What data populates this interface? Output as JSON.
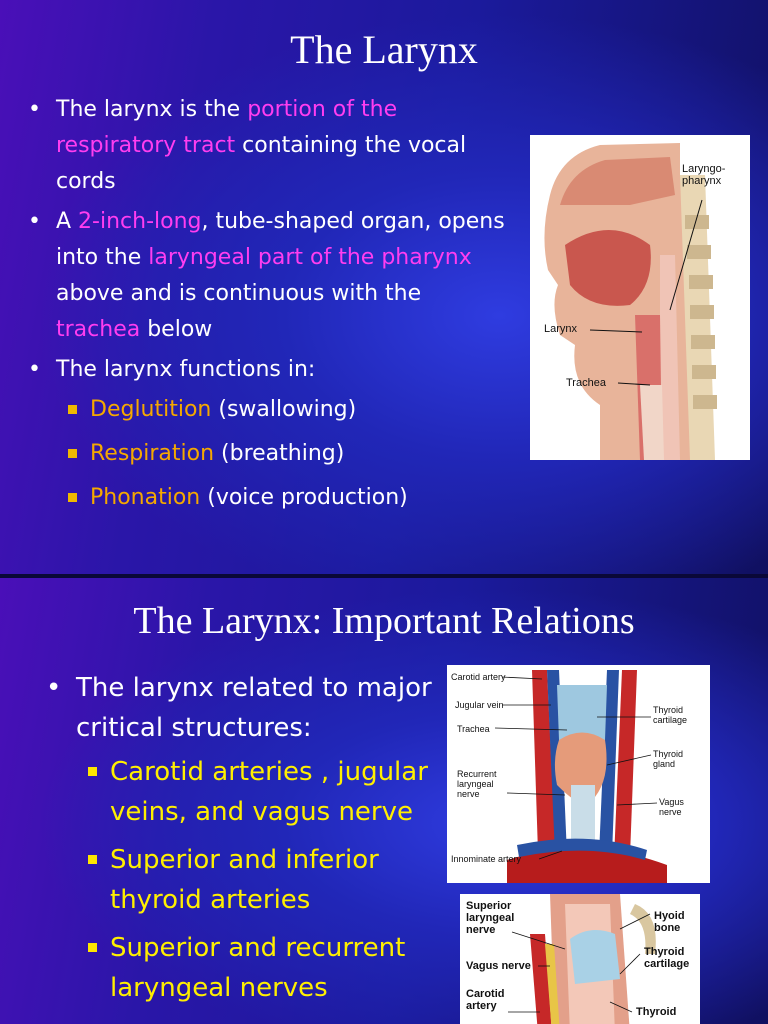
{
  "slide1": {
    "title": "The Larynx",
    "bullets": [
      {
        "bullet_char": "•",
        "segments": [
          {
            "text": "The larynx is the ",
            "style": "white"
          },
          {
            "text": "portion of the respiratory tract",
            "style": "pink"
          },
          {
            "text": " containing the vocal cords",
            "style": "white"
          }
        ]
      },
      {
        "bullet_char": "•",
        "segments": [
          {
            "text": "A ",
            "style": "white"
          },
          {
            "text": "2-inch-long",
            "style": "pink"
          },
          {
            "text": ", tube-shaped organ, opens into the ",
            "style": "white"
          },
          {
            "text": "laryngeal part of the pharynx",
            "style": "pink"
          },
          {
            "text": " above and is continuous with the ",
            "style": "white"
          },
          {
            "text": "trachea",
            "style": "pink"
          },
          {
            "text": " below",
            "style": "white"
          }
        ]
      },
      {
        "bullet_char": "•",
        "segments": [
          {
            "text": "The larynx functions in:",
            "style": "white"
          }
        ]
      }
    ],
    "functions": [
      {
        "term": "Deglutition",
        "desc": " (swallowing)"
      },
      {
        "term": "Respiration",
        "desc": " (breathing)"
      },
      {
        "term": "Phonation",
        "desc": " (voice production)"
      }
    ],
    "figure_labels": {
      "laryngopharynx": "Laryngo-\npharynx",
      "larynx": "Larynx",
      "trachea": "Trachea"
    }
  },
  "slide2": {
    "title": "The Larynx: Important Relations",
    "bullet_char": "•",
    "bullet": "The larynx related to major critical structures:",
    "subs": [
      "Carotid arteries , jugular veins, and vagus nerve",
      "Superior and inferior thyroid arteries",
      "Superior and recurrent laryngeal nerves"
    ],
    "figure_a_labels": {
      "carotid_artery": "Carotid artery",
      "jugular_vein": "Jugular vein",
      "trachea": "Trachea",
      "recurrent_laryngeal_nerve": "Recurrent\nlaryngeal\nnerve",
      "innominate_artery": "Innominate artery",
      "thyroid_cartilage": "Thyroid\ncartilage",
      "thyroid_gland": "Thyroid\ngland",
      "vagus_nerve": "Vagus\nnerve"
    },
    "figure_b_labels": {
      "superior_laryngeal_nerve": "Superior\nlaryngeal\nnerve",
      "vagus_nerve": "Vagus nerve",
      "carotid_artery": "Carotid\nartery",
      "hyoid_bone": "Hyoid\nbone",
      "thyroid_cartilage": "Thyroid\ncartilage",
      "thyroid": "Thyroid"
    }
  },
  "colors": {
    "highlight_pink": "#ff3df0",
    "highlight_orange": "#f5a800",
    "highlight_yellow": "#ffef00",
    "text": "#ffffff"
  }
}
